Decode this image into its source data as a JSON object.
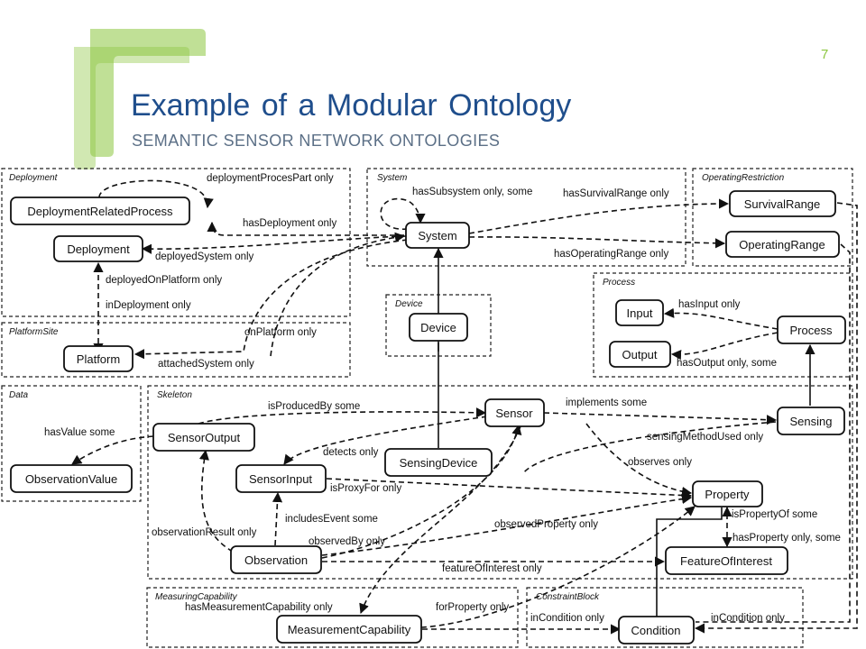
{
  "slide": {
    "number": "7",
    "title": "Example of a Modular Ontology",
    "subtitle": "SEMANTIC SENSOR NETWORK ONTOLOGIES",
    "accent_color": "#8cc63f",
    "title_color": "#1f4e8c"
  },
  "diagram": {
    "modules": {
      "deployment": "Deployment",
      "platformsite": "PlatformSite",
      "system": "System",
      "operatingrestriction": "OperatingRestriction",
      "device": "Device",
      "process": "Process",
      "data": "Data",
      "skeleton": "Skeleton",
      "measuringcapability": "MeasuringCapability",
      "constraintblock": "ConstraintBlock"
    },
    "nodes": {
      "deploymentrelatedprocess": "DeploymentRelatedProcess",
      "deployment": "Deployment",
      "platform": "Platform",
      "system": "System",
      "survivalrange": "SurvivalRange",
      "operatingrange": "OperatingRange",
      "device": "Device",
      "input": "Input",
      "output": "Output",
      "process": "Process",
      "sensoroutput": "SensorOutput",
      "observationvalue": "ObservationValue",
      "sensor": "Sensor",
      "sensing": "Sensing",
      "sensorinput": "SensorInput",
      "sensingdevice": "SensingDevice",
      "property": "Property",
      "observation": "Observation",
      "featureofinterest": "FeatureOfInterest",
      "measurementcapability": "MeasurementCapability",
      "condition": "Condition"
    },
    "edges": {
      "deploymentprocespart": "deploymentProcesPart only",
      "hasdeployment": "hasDeployment only",
      "deployedsystem": "deployedSystem only",
      "deployedonplatform": "deployedOnPlatform only",
      "indeployment": "inDeployment only",
      "onplatform": "onPlatform only",
      "attachedsystem": "attachedSystem only",
      "hassubsystem": "hasSubsystem only, some",
      "hassurvivalrange": "hasSurvivalRange only",
      "hasoperatingrange": "hasOperatingRange only",
      "hasinput": "hasInput only",
      "hasoutput": "hasOutput only, some",
      "hasvalue": "hasValue some",
      "isproducedby": "isProducedBy some",
      "implements": "implements some",
      "detects": "detects only",
      "sensingmethodused": "sensingMethodUsed only",
      "observes": "observes only",
      "isproxyfor": "isProxyFor only",
      "includesevent": "includesEvent some",
      "observationresult": "observationResult only",
      "observedproperty": "observedProperty only",
      "observedby": "observedBy only",
      "ispropertyof": "isPropertyOf some",
      "hasproperty": "hasProperty only, some",
      "featureofinterest": "featureOfInterest only",
      "hasmeasurementcapability": "hasMeasurementCapability only",
      "forproperty": "forProperty only",
      "incondition_left": "inCondition only",
      "incondition_right": "inCondition only"
    }
  }
}
